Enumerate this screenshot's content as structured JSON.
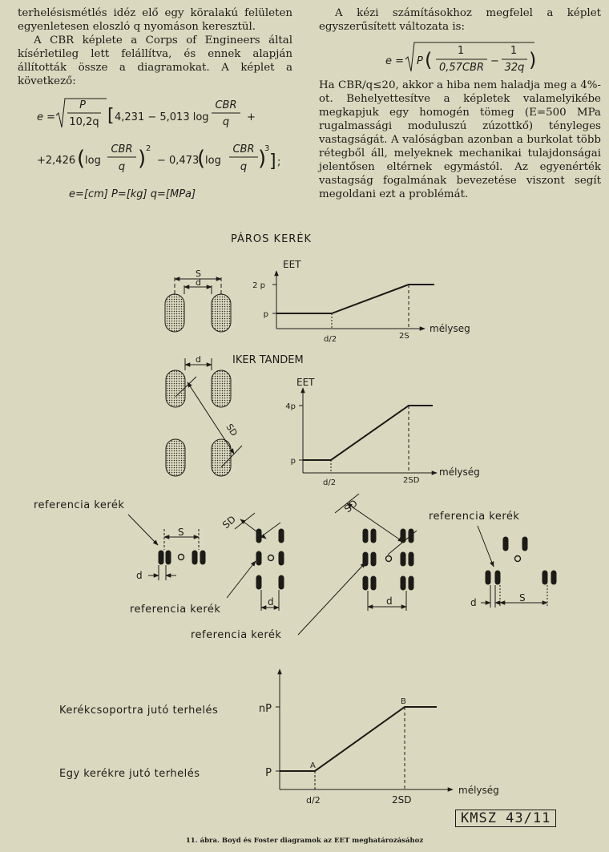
{
  "text": {
    "p1": "terhelésismétlés idéz elő egy köralakú felületen egyenletesen eloszló q nyomáson keresztül.",
    "p2": "A CBR képlete a Corps of Engineers által kísérletileg lett felállítva, és ennek alapján állították össze a diagramokat. A képlet a következő:",
    "units": "e=[cm]   P=[kg]   q=[MPa]",
    "p3": "A kézi számításokhoz megfelel a képlet egyszerűsített változata is:",
    "p4": "Ha CBR/q≤20, akkor a hiba nem haladja meg a 4%-ot. Behelyettesítve a képletek valamelyikébe megkapjuk egy homogén tömeg (E=500 MPa rugalmassági moduluszú zúzottkő) tényleges vastagságát. A valóságban azonban a burkolat több rétegből áll, melyeknek mechanikai tulajdonságai jelentősen eltérnek egymástól. Az egyenérték vastagság fogalmának bevezetése viszont segít megoldani ezt a problémát."
  },
  "formula1": {
    "lhs": "e =",
    "frac_num": "P",
    "frac_den": "10,2q",
    "a": "4,231 − 5,013 log",
    "cbr": "CBR",
    "q": "q",
    "b": "+2,426",
    "log": "log",
    "c": "− 0,473",
    "sq": "2",
    "cu": "3",
    "plus": "+",
    "semi": ";"
  },
  "formula2": {
    "lhs": "e =",
    "p": "P",
    "num1": "1",
    "den1": "0,57CBR",
    "minus": "−",
    "num2": "1",
    "den2": "32q"
  },
  "figure": {
    "title1": "PÁROS KERÉK",
    "title2": "IKER TANDEM",
    "eet": "EET",
    "depth": "mélyseg",
    "depth2": "mélység",
    "y_2p": "2 p",
    "y_4p": "4p",
    "y_p": "p",
    "d_half": "d/2",
    "two_s": "2S",
    "two_sd": "2SD",
    "s": "S",
    "d": "d",
    "sd": "SD",
    "ref": "referencia kerék",
    "load_group": "Kerékcsoportra jutó terhelés",
    "load_single": "Egy kerékre jutó terhelés",
    "np": "nP",
    "P": "P",
    "A": "A",
    "B": "B"
  },
  "tag": "KMSZ 43/11",
  "caption": "11. ábra. Boyd és Foster diagramok az EET meghatározásához"
}
